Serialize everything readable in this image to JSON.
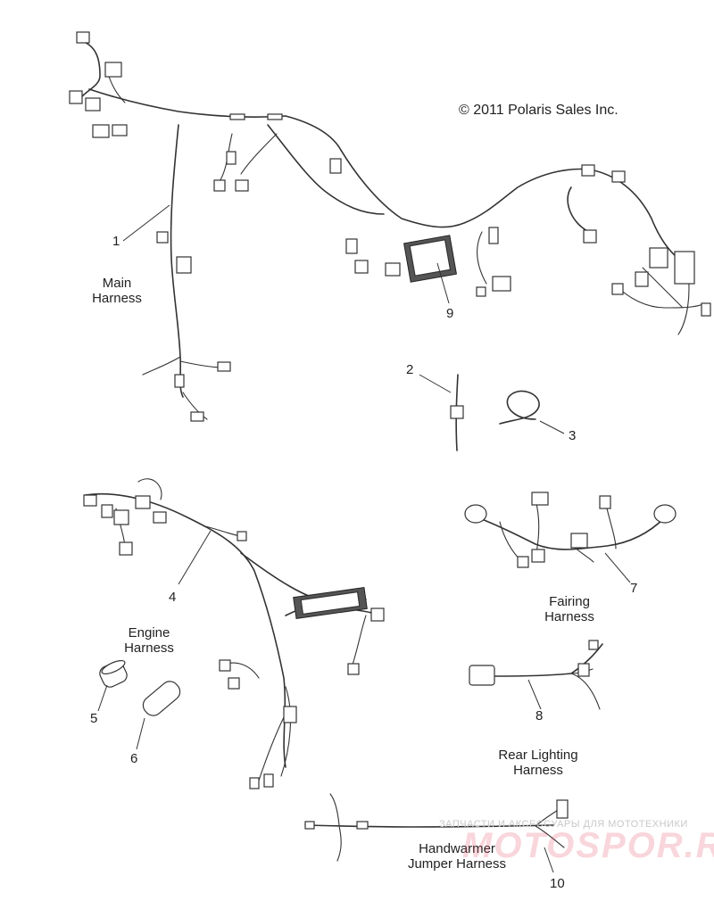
{
  "copyright": "© 2011 Polaris Sales Inc.",
  "parts": [
    {
      "num": "1",
      "name": "Main Harness"
    },
    {
      "num": "2",
      "name": ""
    },
    {
      "num": "3",
      "name": ""
    },
    {
      "num": "4",
      "name": "Engine Harness"
    },
    {
      "num": "5",
      "name": ""
    },
    {
      "num": "6",
      "name": ""
    },
    {
      "num": "7",
      "name": "Fairing Harness"
    },
    {
      "num": "8",
      "name": "Rear Lighting Harness"
    },
    {
      "num": "9",
      "name": ""
    },
    {
      "num": "10",
      "name": "Handwarmer Jumper Harness"
    }
  ],
  "labels": {
    "main": [
      "Main",
      "Harness"
    ],
    "engine": [
      "Engine",
      "Harness"
    ],
    "fairing": [
      "Fairing",
      "Harness"
    ],
    "rear": [
      "Rear Lighting",
      "Harness"
    ],
    "handwarmer": [
      "Handwarmer",
      "Jumper Harness"
    ]
  },
  "watermark": {
    "line1": "ЗАПЧАСТИ И АКСЕССУАРЫ ДЛЯ МОТОТЕХНИКИ",
    "line2": "MOTOSPOR.RU"
  }
}
